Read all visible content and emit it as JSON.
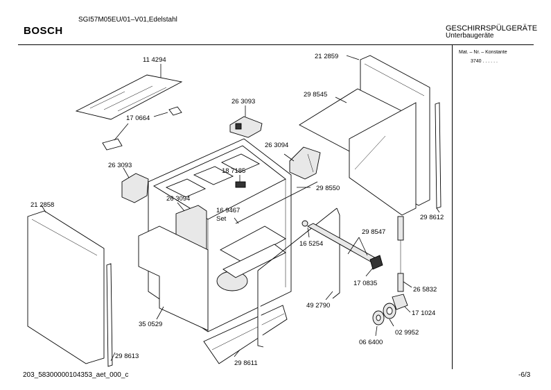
{
  "header": {
    "brand": "BOSCH",
    "model": "SGI57M05EU/01–V01,Edelstahl",
    "category_title": "GESCHIRRSPÜLGERÄTE",
    "category_subtitle": "Unterbaugeräte"
  },
  "sidebar": {
    "mat_header": "Mat. – Nr. – Konstante",
    "mat_value": "3740  .  .  .  .  .  ."
  },
  "footer": {
    "document_id": "203_58300000104353_aet_000_c",
    "page": "-6/3"
  },
  "parts": [
    {
      "id": "p114294",
      "label": "11 4294"
    },
    {
      "id": "p170664",
      "label": "17 0664"
    },
    {
      "id": "p263093a",
      "label": "26 3093"
    },
    {
      "id": "p263094a",
      "label": "26 3094"
    },
    {
      "id": "p263093b",
      "label": "26 3093"
    },
    {
      "id": "p187185",
      "label": "18 7185"
    },
    {
      "id": "p263094b",
      "label": "26 3094"
    },
    {
      "id": "p169467",
      "label": "16 9467"
    },
    {
      "id": "pset",
      "label": "Set"
    },
    {
      "id": "p212858",
      "label": "21 2858"
    },
    {
      "id": "p212859",
      "label": "21 2859"
    },
    {
      "id": "p298545",
      "label": "29 8545"
    },
    {
      "id": "p298550",
      "label": "29 8550"
    },
    {
      "id": "p298612",
      "label": "29 8612"
    },
    {
      "id": "p298547",
      "label": "29 8547"
    },
    {
      "id": "p165254",
      "label": "16 5254"
    },
    {
      "id": "p170835",
      "label": "17 0835"
    },
    {
      "id": "p265832",
      "label": "26 5832"
    },
    {
      "id": "p171024",
      "label": "17 1024"
    },
    {
      "id": "p492790",
      "label": "49 2790"
    },
    {
      "id": "p029952",
      "label": "02 9952"
    },
    {
      "id": "p066400",
      "label": "06 6400"
    },
    {
      "id": "p350529",
      "label": "35 0529"
    },
    {
      "id": "p298613",
      "label": "29 8613"
    },
    {
      "id": "p298611",
      "label": "29 8611"
    }
  ]
}
